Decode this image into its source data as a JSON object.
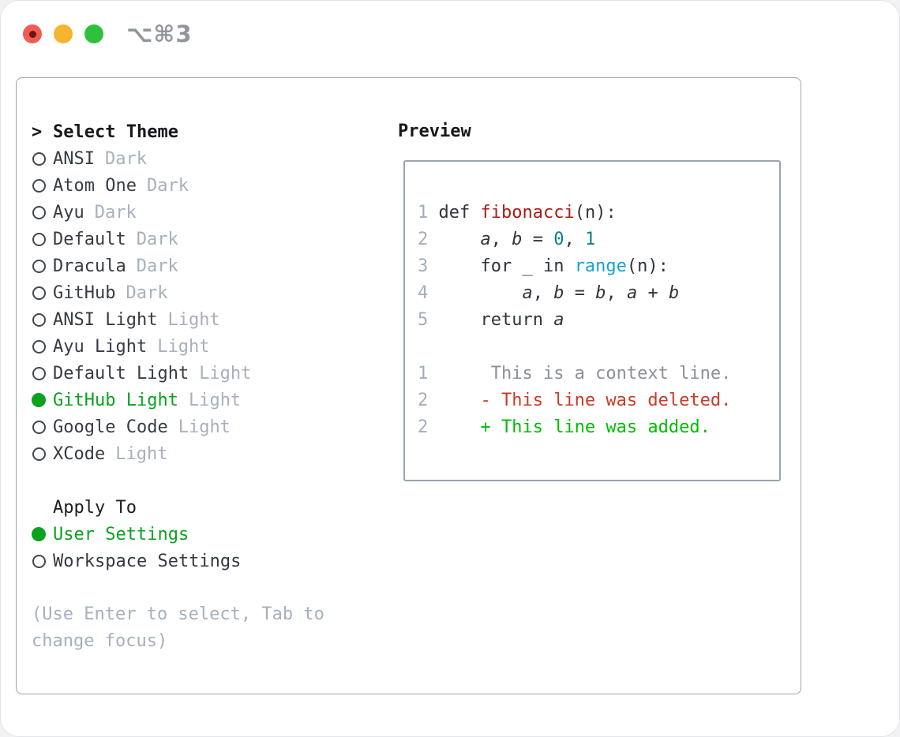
{
  "titlebar": {
    "shortcut": "⌥⌘3"
  },
  "colors": {
    "selection_green": "#0aa21f",
    "added_green": "#00bd00",
    "deleted_red": "#cb3a27",
    "function_red": "#ae1b12",
    "number_teal": "#0c7f81",
    "call_blue": "#18a2d8",
    "muted_gray": "#a7b0bc",
    "panel_border": "#9aa5b0",
    "traffic_red": "#f05c54",
    "traffic_yellow": "#f5b52e",
    "traffic_green": "#2fc13e"
  },
  "theme_panel": {
    "header": {
      "marker": ">",
      "label": "Select Theme"
    },
    "themes": [
      {
        "name": "ANSI",
        "variant": "Dark",
        "selected": false
      },
      {
        "name": "Atom One",
        "variant": "Dark",
        "selected": false
      },
      {
        "name": "Ayu",
        "variant": "Dark",
        "selected": false
      },
      {
        "name": "Default",
        "variant": "Dark",
        "selected": false
      },
      {
        "name": "Dracula",
        "variant": "Dark",
        "selected": false
      },
      {
        "name": "GitHub",
        "variant": "Dark",
        "selected": false
      },
      {
        "name": "ANSI Light",
        "variant": "Light",
        "selected": false
      },
      {
        "name": "Ayu Light",
        "variant": "Light",
        "selected": false
      },
      {
        "name": "Default Light",
        "variant": "Light",
        "selected": false
      },
      {
        "name": "GitHub Light",
        "variant": "Light",
        "selected": true
      },
      {
        "name": "Google Code",
        "variant": "Light",
        "selected": false
      },
      {
        "name": "XCode",
        "variant": "Light",
        "selected": false
      }
    ],
    "apply_to": {
      "label": "Apply To",
      "options": [
        {
          "name": "User Settings",
          "selected": true
        },
        {
          "name": "Workspace Settings",
          "selected": false
        }
      ]
    },
    "help": "(Use Enter to select, Tab to change focus)"
  },
  "preview": {
    "header": "Preview",
    "code_lines": [
      {
        "num": "1",
        "segments": [
          {
            "text": "def ",
            "style": "p"
          },
          {
            "text": "fibonacci",
            "style": "fn"
          },
          {
            "text": "(n):",
            "style": "p"
          }
        ]
      },
      {
        "num": "2",
        "segments": [
          {
            "text": "    ",
            "style": "p"
          },
          {
            "text": "a",
            "style": "v"
          },
          {
            "text": ", ",
            "style": "p"
          },
          {
            "text": "b",
            "style": "v"
          },
          {
            "text": " = ",
            "style": "p"
          },
          {
            "text": "0",
            "style": "n"
          },
          {
            "text": ", ",
            "style": "p"
          },
          {
            "text": "1",
            "style": "n"
          }
        ]
      },
      {
        "num": "3",
        "segments": [
          {
            "text": "    for _ in ",
            "style": "p"
          },
          {
            "text": "range",
            "style": "c"
          },
          {
            "text": "(n):",
            "style": "p"
          }
        ]
      },
      {
        "num": "4",
        "segments": [
          {
            "text": "        ",
            "style": "p"
          },
          {
            "text": "a",
            "style": "v"
          },
          {
            "text": ", ",
            "style": "p"
          },
          {
            "text": "b",
            "style": "v"
          },
          {
            "text": " = ",
            "style": "p"
          },
          {
            "text": "b",
            "style": "v"
          },
          {
            "text": ", ",
            "style": "p"
          },
          {
            "text": "a",
            "style": "v"
          },
          {
            "text": " + ",
            "style": "p"
          },
          {
            "text": "b",
            "style": "v"
          }
        ]
      },
      {
        "num": "5",
        "segments": [
          {
            "text": "    return ",
            "style": "p"
          },
          {
            "text": "a",
            "style": "v"
          }
        ]
      }
    ],
    "diff_lines": [
      {
        "num": "1",
        "segments": [
          {
            "text": "     This is a context line.",
            "style": "ctx"
          }
        ]
      },
      {
        "num": "2",
        "segments": [
          {
            "text": "    - This line was deleted.",
            "style": "del"
          }
        ]
      },
      {
        "num": "2",
        "segments": [
          {
            "text": "    + This line was added.",
            "style": "add"
          }
        ]
      }
    ]
  }
}
